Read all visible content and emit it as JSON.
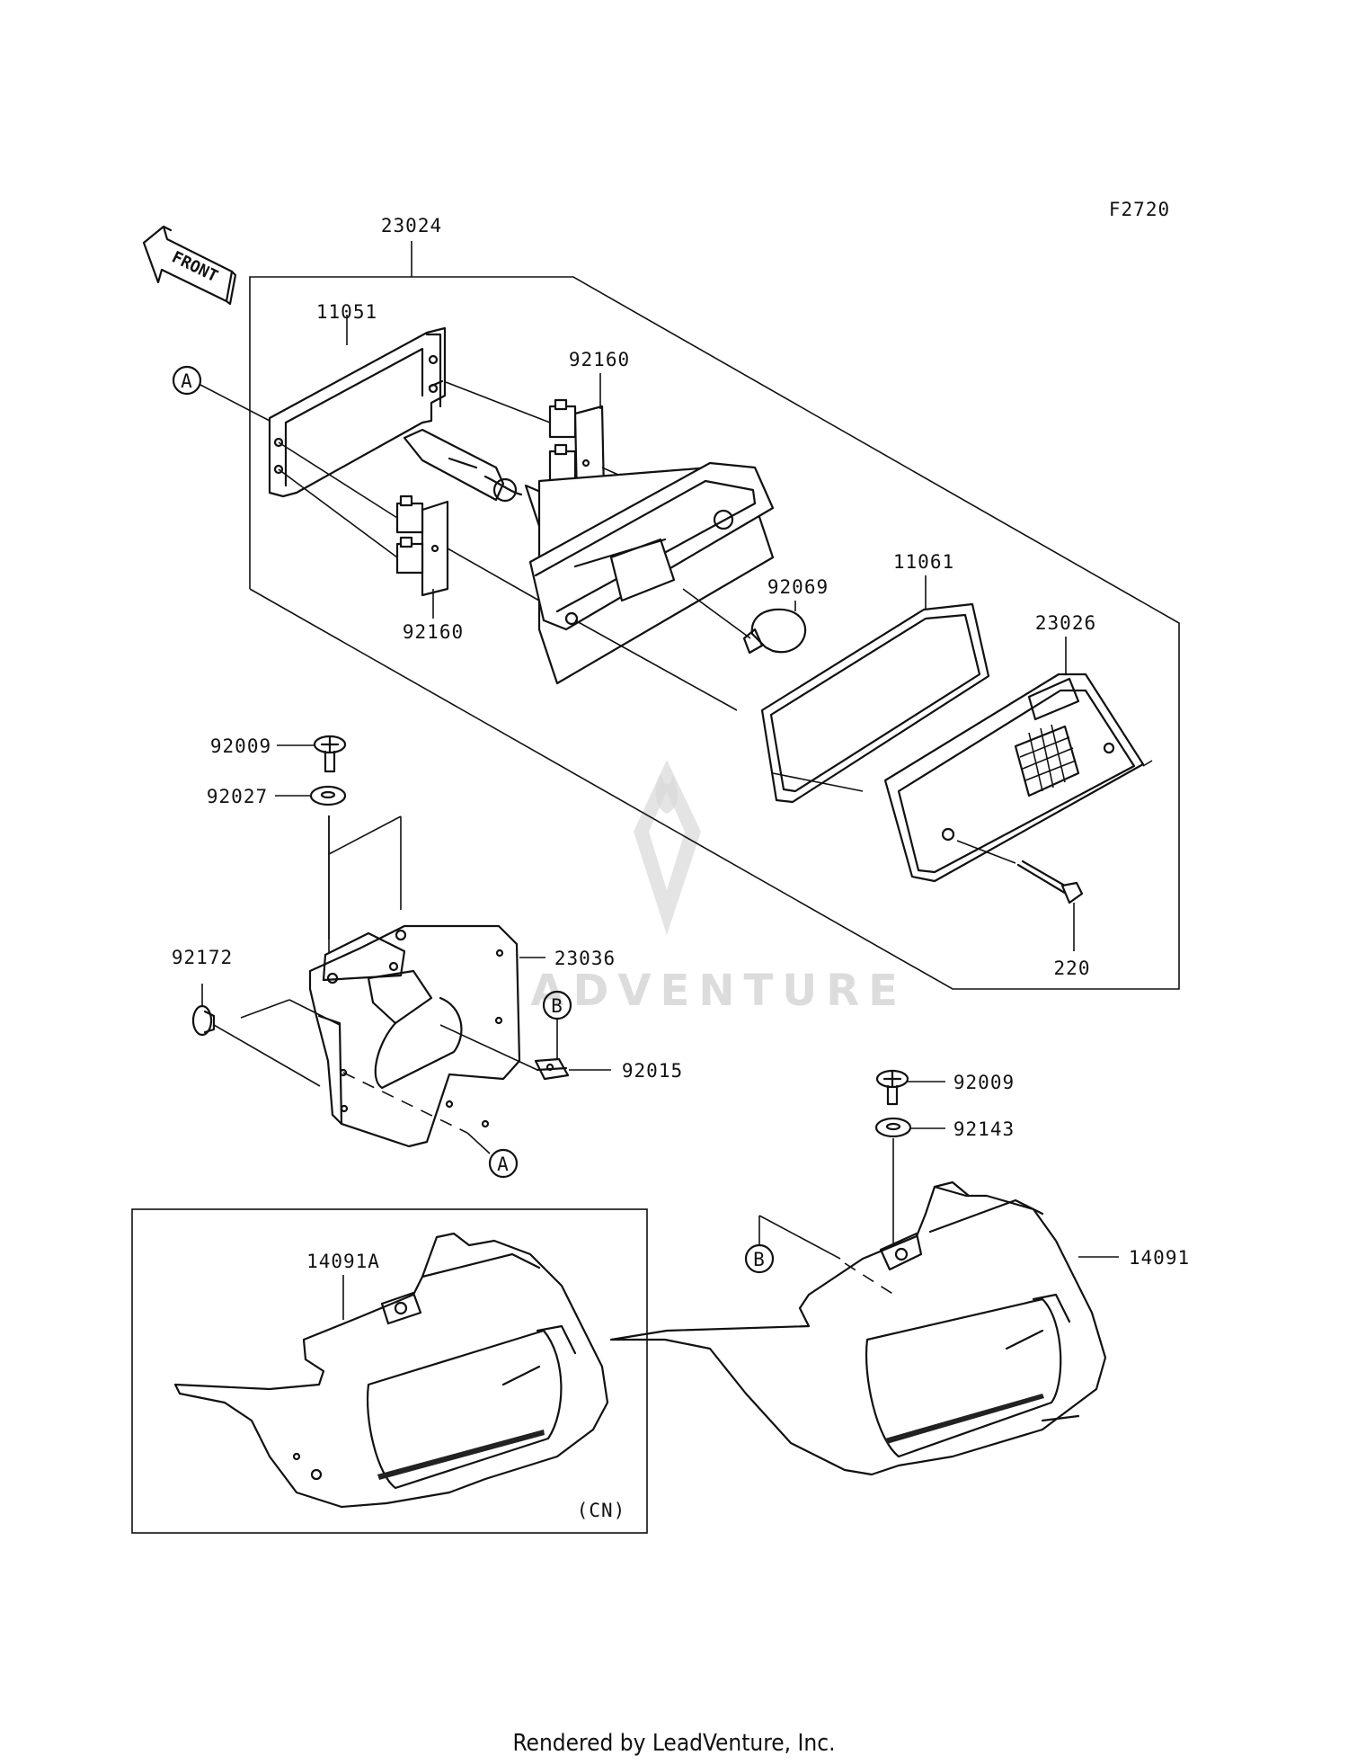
{
  "diagram_code": "F2720",
  "front_label": "FRONT",
  "watermark": "LEADVENTURE",
  "footer": "Rendered by LeadVenture, Inc.",
  "variant_label": "(CN)",
  "parts": {
    "p23024": "23024",
    "p11051": "11051",
    "p92160_top": "92160",
    "p92160_bottom": "92160",
    "p92069": "92069",
    "p11061": "11061",
    "p23026": "23026",
    "p220": "220",
    "p92009_left": "92009",
    "p92027": "92027",
    "p23036": "23036",
    "p92172": "92172",
    "p92015": "92015",
    "p92009_right": "92009",
    "p92143": "92143",
    "p14091": "14091",
    "p14091A": "14091A"
  },
  "callouts": {
    "a_top": "A",
    "a_bottom": "A",
    "b_middle": "B",
    "b_right": "B"
  }
}
